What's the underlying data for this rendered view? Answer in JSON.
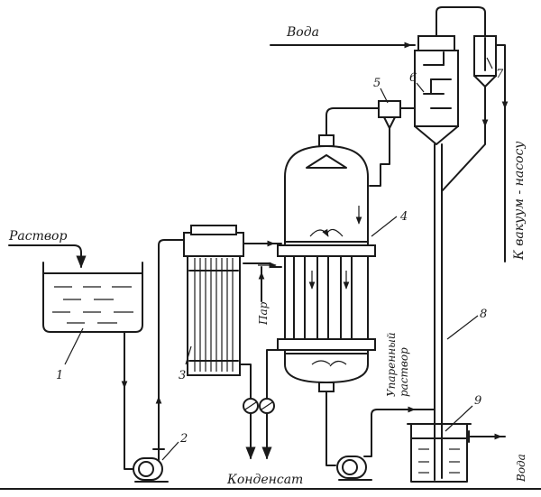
{
  "labels": {
    "voda_top": "Вода",
    "rastvor": "Раствор",
    "par": "Пар",
    "kondensat": "Конденсат",
    "uparenny_1": "Упаренный",
    "uparenny_2": "раствор",
    "vacuum": "К вакуум - насосу",
    "voda_bottom": "Вода"
  },
  "numbers": {
    "n1": "1",
    "n2": "2",
    "n3": "3",
    "n4": "4",
    "n5": "5",
    "n6": "6",
    "n7": "7",
    "n8": "8",
    "n9": "9"
  }
}
